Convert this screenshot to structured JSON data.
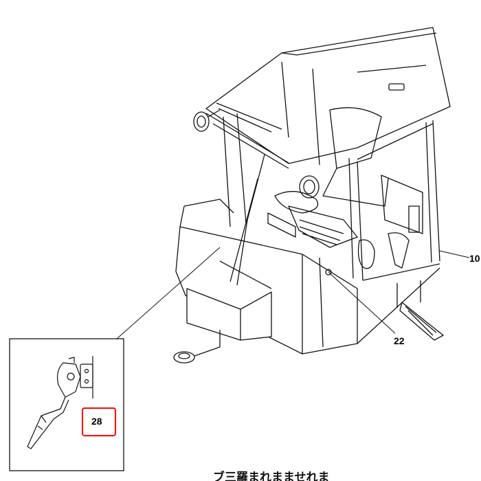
{
  "callouts": {
    "part_10": "10",
    "part_22": "22",
    "part_28": "28"
  },
  "watermark": {
    "text": "ブ三羅まれまませれま"
  },
  "colors": {
    "line": "#111111",
    "highlight": "#e0201c",
    "background": "#ffffff"
  }
}
